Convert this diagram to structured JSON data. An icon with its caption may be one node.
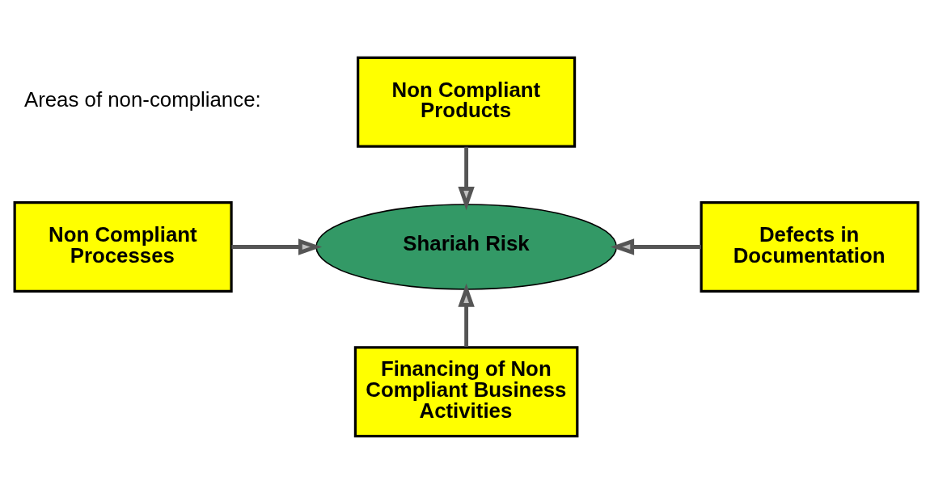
{
  "diagram": {
    "nodes": [
      {
        "text": [
          "Non Compliant Products"
        ]
      },
      {
        "text": [
          "Non Compliant Processes"
        ]
      },
      {
        "text": [
          "Shariah Risk"
        ]
      },
      {
        "text": [
          "Defects in Documentation"
        ]
      },
      {
        "text": [
          "Financing of Non Compliant Business Activities"
        ]
      }
    ],
    "edges": [
      {
        "from": 0,
        "to": 2,
        "arrow": "to"
      },
      {
        "from": 1,
        "to": 2,
        "arrow": "to"
      },
      {
        "from": 3,
        "to": 2,
        "arrow": "to"
      },
      {
        "from": 4,
        "to": 2,
        "arrow": "to"
      }
    ],
    "labels": [
      "Areas of non-compliance:"
    ]
  }
}
